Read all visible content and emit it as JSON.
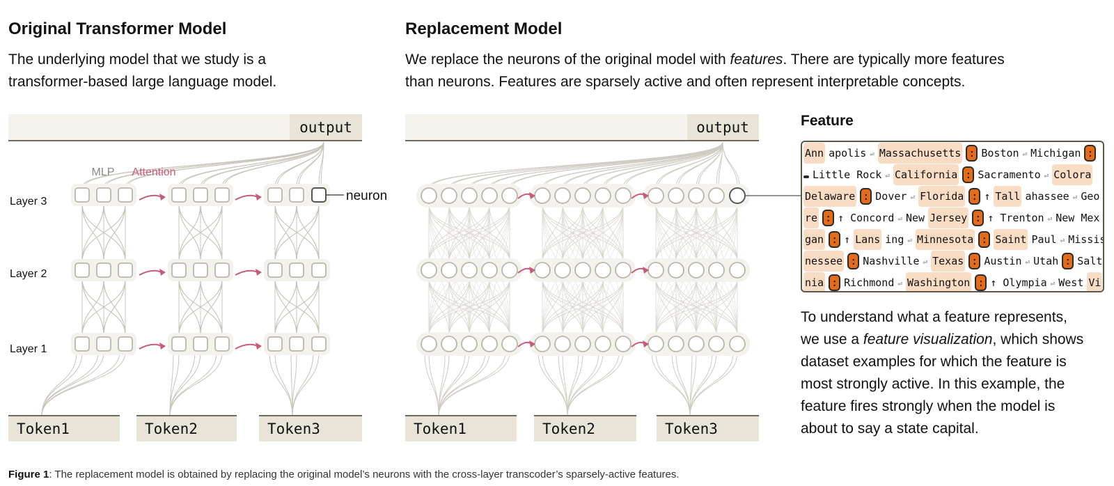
{
  "left": {
    "title": "Original Transformer Model",
    "desc_line1": "The underlying model that we study is a",
    "desc_line2": "transformer-based large language model."
  },
  "right": {
    "title": "Replacement Model",
    "desc_line1_pre": "We replace the neurons of the original model with ",
    "desc_line1_em": "features",
    "desc_line1_post": ". There are typically more features",
    "desc_line2": "than neurons. Features are sparsely active and often represent interpretable concepts."
  },
  "diagram": {
    "output_label": "output",
    "mlp_label": "MLP",
    "attention_label": "Attention",
    "neuron_label": "neuron",
    "layers": [
      "Layer 3",
      "Layer 2",
      "Layer 1"
    ],
    "tokens": [
      "Token1",
      "Token2",
      "Token3"
    ],
    "colors": {
      "attention": "#c85a7a",
      "node_stroke": "#b9b6ab",
      "band": "#e8e4d8",
      "topbar": "#f4f3ee",
      "line": "#c7c4ba"
    }
  },
  "feature": {
    "title": "Feature",
    "rows": [
      [
        [
          "hl",
          "Ann"
        ],
        [
          "",
          "apolis"
        ],
        [
          "ret",
          "⏎"
        ],
        [
          "hl",
          "Massachusetts"
        ],
        [
          "tok",
          ":"
        ],
        [
          "",
          "Boston"
        ],
        [
          "ret",
          "⏎"
        ],
        [
          "",
          "Michigan"
        ],
        [
          "tok",
          ":"
        ]
      ],
      [
        [
          "tok",
          ""
        ],
        [
          "",
          "Little Rock"
        ],
        [
          "ret",
          "⏎"
        ],
        [
          "hl",
          "California"
        ],
        [
          "tok",
          ":"
        ],
        [
          "",
          "Sacramento"
        ],
        [
          "ret",
          "⏎"
        ],
        [
          "hl",
          "Colora"
        ]
      ],
      [
        [
          "hl",
          "Delaware"
        ],
        [
          "tok",
          ":"
        ],
        [
          "",
          "Dover"
        ],
        [
          "ret",
          "⏎"
        ],
        [
          "hl",
          "Florida"
        ],
        [
          "tok",
          ":"
        ],
        [
          "",
          "↑"
        ],
        [
          "hl",
          "Tall"
        ],
        [
          "",
          "ahassee"
        ],
        [
          "ret",
          "⏎"
        ],
        [
          "",
          "Geo"
        ]
      ],
      [
        [
          "hl",
          "re"
        ],
        [
          "tok",
          ":"
        ],
        [
          "",
          "↑ Concord"
        ],
        [
          "ret",
          "⏎"
        ],
        [
          "",
          "New"
        ],
        [
          "hl",
          "Jersey"
        ],
        [
          "tok",
          ":"
        ],
        [
          "",
          "↑ Trenton"
        ],
        [
          "ret",
          "⏎"
        ],
        [
          "",
          "New Mex"
        ]
      ],
      [
        [
          "hl",
          "gan"
        ],
        [
          "tok",
          ":"
        ],
        [
          "",
          "↑"
        ],
        [
          "hl",
          "Lans"
        ],
        [
          "",
          "ing"
        ],
        [
          "ret",
          "⏎"
        ],
        [
          "hl",
          "Minnesota"
        ],
        [
          "tok",
          ":"
        ],
        [
          "hl",
          "Saint"
        ],
        [
          "",
          "Paul"
        ],
        [
          "ret",
          "⏎"
        ],
        [
          "",
          "Missis"
        ]
      ],
      [
        [
          "hl",
          "nessee"
        ],
        [
          "tok",
          ":"
        ],
        [
          "",
          "Nashville"
        ],
        [
          "ret",
          "⏎"
        ],
        [
          "hl",
          "Texas"
        ],
        [
          "tok",
          ":"
        ],
        [
          "",
          "Austin"
        ],
        [
          "ret",
          "⏎"
        ],
        [
          "",
          "Utah"
        ],
        [
          "tok",
          ":"
        ],
        [
          "",
          "Salt"
        ]
      ],
      [
        [
          "hl",
          "nia"
        ],
        [
          "tok",
          ":"
        ],
        [
          "",
          "Richmond"
        ],
        [
          "ret",
          "⏎"
        ],
        [
          "hl",
          "Washington"
        ],
        [
          "tok",
          ":"
        ],
        [
          "",
          "↑ Olympia"
        ],
        [
          "ret",
          "⏎"
        ],
        [
          "",
          "West"
        ],
        [
          "hl",
          "Vi"
        ]
      ]
    ],
    "desc": {
      "l1": "To understand what a feature represents,",
      "l2_pre": "we use a ",
      "l2_em": "feature visualization",
      "l2_post": ", which shows",
      "l3": "dataset examples for which the feature is",
      "l4": "most strongly active. In this example, the",
      "l5": "feature fires strongly when the model is",
      "l6": "about to say a state capital."
    }
  },
  "caption": {
    "label": "Figure 1",
    "text": ": The replacement model is obtained by replacing the original model’s neurons with the cross-layer transcoder’s sparsely-active features."
  }
}
